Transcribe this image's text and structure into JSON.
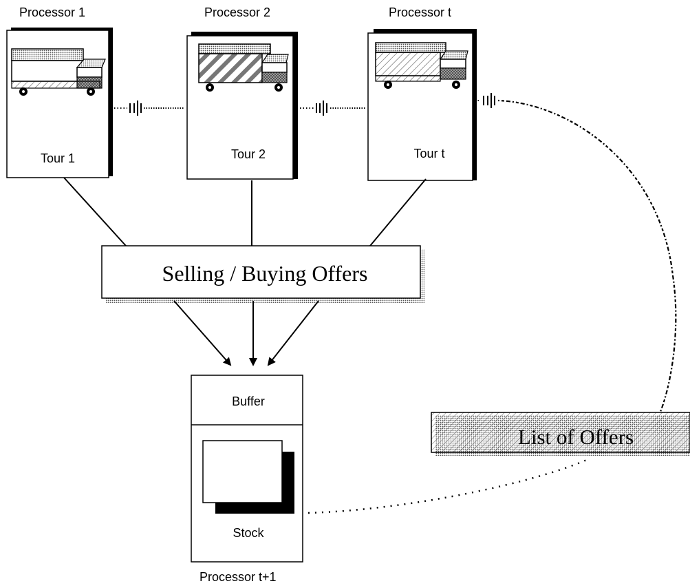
{
  "processors": [
    {
      "title": "Processor 1",
      "tour": "Tour 1",
      "cargo_pattern": "none"
    },
    {
      "title": "Processor 2",
      "tour": "Tour 2",
      "cargo_pattern": "wide-hatch"
    },
    {
      "title": "Processor t",
      "tour": "Tour t",
      "cargo_pattern": "fine-hatch"
    }
  ],
  "offers_box": {
    "label": "Selling / Buying Offers"
  },
  "buffer_processor": {
    "buffer_label": "Buffer",
    "stock_label": "Stock",
    "title": "Processor t+1"
  },
  "list_of_offers": {
    "label": "List of Offers"
  },
  "colors": {
    "ink": "#000000",
    "shadow": "#9a9a9a",
    "hatch": "#555555",
    "background": "#ffffff"
  }
}
